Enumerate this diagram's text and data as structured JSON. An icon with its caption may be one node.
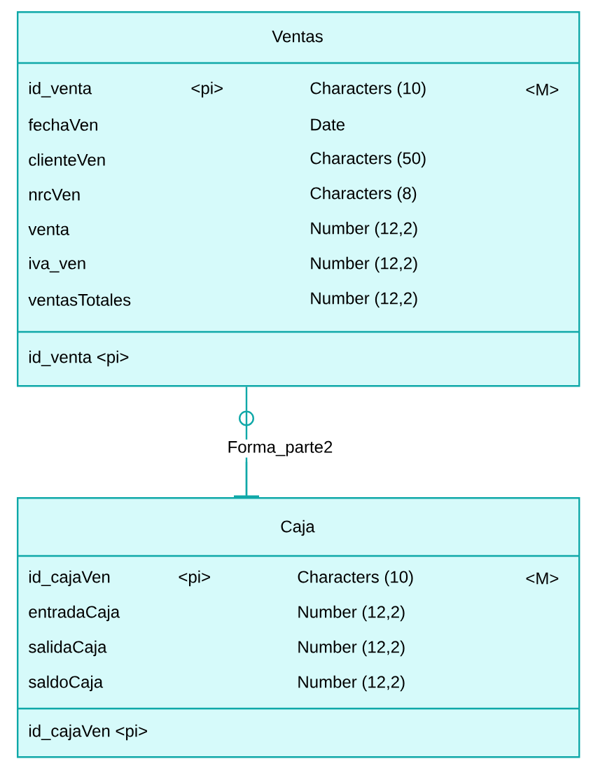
{
  "diagram": {
    "nodes": [
      {
        "text": [
          "Ventas",
          "id_venta",
          "<pi>",
          "Characters (10)",
          "<M>",
          "fechaVen",
          "Date",
          "clienteVen",
          "Characters (50)",
          "nrcVen",
          "Characters (8)",
          "venta",
          "Number (12,2)",
          "iva_ven",
          "Number (12,2)",
          "ventasTotales",
          "Number (12,2)",
          "id_venta <pi>"
        ]
      },
      {
        "text": [
          "Caja",
          "id_cajaVen",
          "<pi>",
          "Characters (10)",
          "<M>",
          "entradaCaja",
          "Number (12,2)",
          "salidaCaja",
          "Number (12,2)",
          "saldoCaja",
          "Number (12,2)",
          "id_cajaVen <pi>"
        ]
      }
    ],
    "edges": [
      {
        "from": 0,
        "to": 1,
        "arrow": "other",
        "label": "Forma_parte2"
      }
    ]
  }
}
